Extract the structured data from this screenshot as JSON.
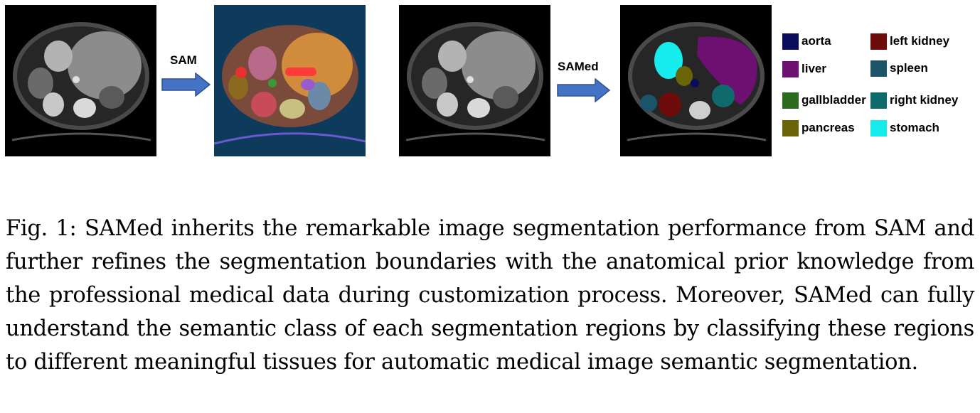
{
  "figure": {
    "arrow_sam_label": "SAM",
    "arrow_samed_label": "SAMed",
    "legend": [
      {
        "label": "aorta",
        "color": "#0b0b5e"
      },
      {
        "label": "left kidney",
        "color": "#6e0c0c"
      },
      {
        "label": "liver",
        "color": "#6e0f72"
      },
      {
        "label": "spleen",
        "color": "#1b5469"
      },
      {
        "label": "gallbladder",
        "color": "#2a6b1e"
      },
      {
        "label": "right kidney",
        "color": "#0f6b6b"
      },
      {
        "label": "pancreas",
        "color": "#6b6509"
      },
      {
        "label": "stomach",
        "color": "#16ecec"
      }
    ],
    "arrow_color": "#4472c4"
  },
  "caption": {
    "text": "Fig. 1: SAMed inherits the remarkable image segmentation performance from SAM and further refines the segmentation boundaries with the anatomical prior knowledge from the professional medical data during customization process. Moreover, SAMed can fully understand the semantic class of each segmentation regions by classifying these regions to different meaningful tissues for automatic medical image semantic segmentation."
  }
}
